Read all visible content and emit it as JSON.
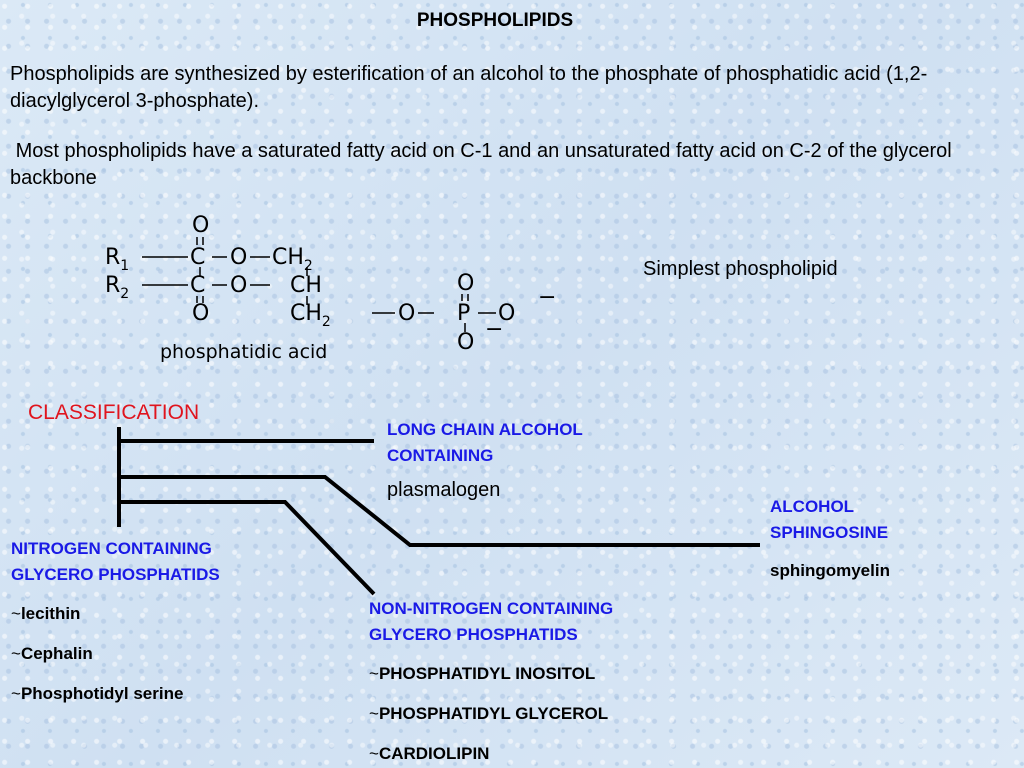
{
  "title": "PHOSPHOLIPIDS",
  "intro": {
    "p1": "Phospholipids are synthesized by esterification of an alcohol to the phosphate of phosphatidic acid (1,2-diacylglycerol 3-phosphate).",
    "p2": " Most phospholipids have a saturated fatty acid on C-1 and an unsaturated fatty acid on C-2 of the glycerol backbone"
  },
  "structure": {
    "caption": "Simplest phospholipid",
    "label": "phosphatidic acid",
    "r1": "R",
    "r1_sub": "1",
    "r2": "R",
    "r2_sub": "2",
    "c": "C",
    "o": "O",
    "ch": "CH",
    "ch2": "CH",
    "sub2": "2",
    "p": "P",
    "minus": "−"
  },
  "classification": {
    "heading": "CLASSIFICATION",
    "long_chain": {
      "head_line1": "LONG CHAIN ALCOHOL",
      "head_line2": "CONTAINING",
      "example": "plasmalogen"
    },
    "sphingosine": {
      "head_line1": "ALCOHOL",
      "head_line2": "SPHINGOSINE",
      "example": "sphingomyelin"
    },
    "nitrogen": {
      "head_line1": "NITROGEN CONTAINING",
      "head_line2": "GLYCERO PHOSPHATIDS",
      "items": [
        "lecithin",
        "Cephalin",
        "Phosphotidyl serine"
      ]
    },
    "non_nitrogen": {
      "head_line1": "NON-NITROGEN CONTAINING",
      "head_line2": "GLYCERO PHOSPHATIDS",
      "items": [
        "PHOSPHATIDYL INOSITOL",
        "PHOSPHATIDYL GLYCEROL",
        "CARDIOLIPIN"
      ]
    },
    "tilde": "~"
  }
}
